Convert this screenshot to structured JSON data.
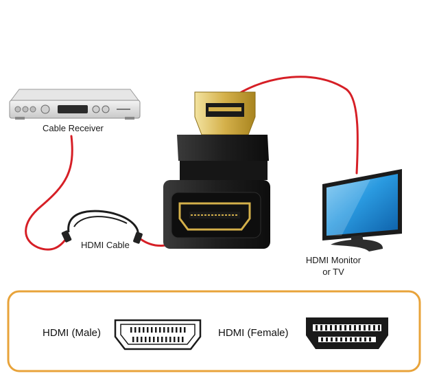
{
  "labels": {
    "cable_receiver": "Cable Receiver",
    "hdmi_cable": "HDMI Cable",
    "monitor_line1": "HDMI Monitor",
    "monitor_line2": "or TV"
  },
  "legend": {
    "male": "HDMI (Male)",
    "female": "HDMI (Female)"
  },
  "colors": {
    "cable": "#d61f26",
    "legend_border": "#e8a33a",
    "gold": "#d4b04a",
    "adapter_body": "#1e1e1e",
    "screen": "#1f8fd6"
  },
  "icons": {
    "receiver": "cable-receiver-icon",
    "adapter": "hdmi-right-angle-adapter-icon",
    "monitor": "monitor-icon",
    "cable": "hdmi-cable-icon",
    "male_port": "hdmi-male-port-icon",
    "female_port": "hdmi-female-port-icon"
  }
}
